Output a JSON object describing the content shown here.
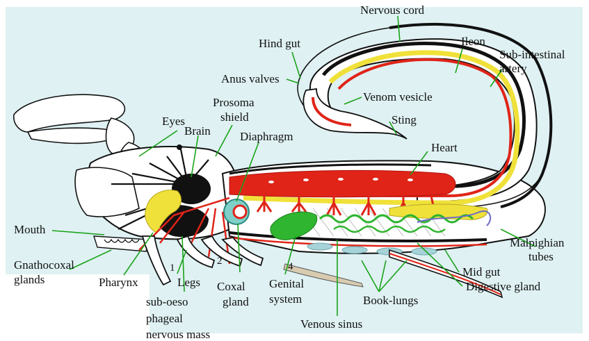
{
  "colors": {
    "background": "#dff1f3",
    "nerve": "#111111",
    "artery": "#e02418",
    "gut": "#f0e13a",
    "gland": "#2fb52f",
    "leader": "#1aa31a",
    "book_lung": "#a7d3d8",
    "malpighian": "#6b6bc8"
  },
  "labels": {
    "nervous_cord": "Nervous cord",
    "hind_gut": "Hind gut",
    "ileon": "Ileon",
    "sub_intestinal_artery_1": "Sub-intestinal",
    "sub_intestinal_artery_2": "artery",
    "anus_valves": "Anus valves",
    "venom_vesicle": "Venom vesicle",
    "prosoma_shield_1": "Prosoma",
    "prosoma_shield_2": "shield",
    "sting": "Sting",
    "eyes": "Eyes",
    "brain": "Brain",
    "diaphragm": "Diaphragm",
    "heart": "Heart",
    "mouth": "Mouth",
    "malpighian_tubes_1": "Malpighian",
    "malpighian_tubes_2": "tubes",
    "gnathocoxal_glands_1": "Gnathocoxal",
    "gnathocoxal_glands_2": "glands",
    "mid_gut": "Mid gut",
    "digestive_gland": "Digestive gland",
    "pharynx": "Pharynx",
    "legs": "Legs",
    "coxal_gland_1": "Coxal",
    "coxal_gland_2": "gland",
    "genital_system_1": "Genital",
    "genital_system_2": "system",
    "book_lungs": "Book-lungs",
    "sub_oeso_1": "sub-oeso",
    "sub_oeso_2": "phageal",
    "sub_oeso_3": "nervous mass",
    "venous_sinus": "Venous sinus"
  },
  "leg_numbers": [
    "1",
    "2",
    "4"
  ]
}
